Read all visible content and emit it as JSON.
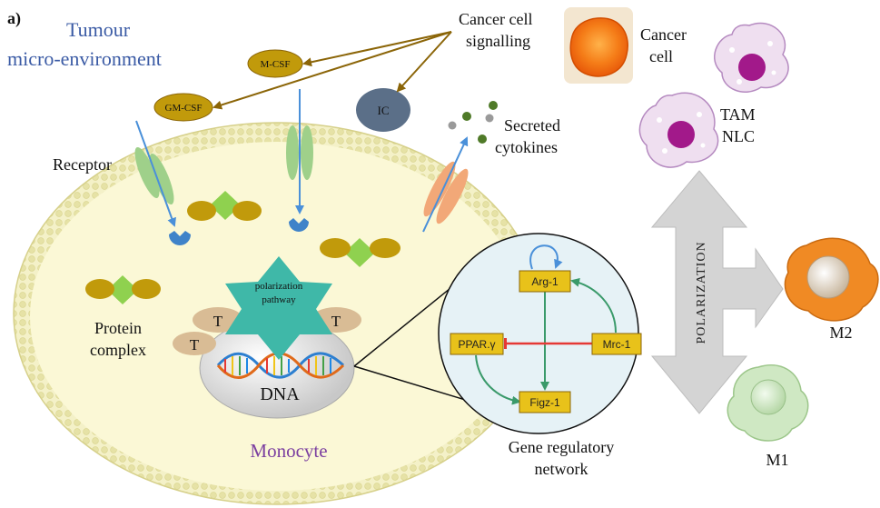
{
  "panel_label": "a)",
  "title_line1": "Tumour",
  "title_line2": "micro-environment",
  "signals": {
    "mcsf": "M-CSF",
    "gmcsf": "GM-CSF",
    "ic": "IC",
    "cancer_signalling_line1": "Cancer cell",
    "cancer_signalling_line2": "signalling",
    "secreted_line1": "Secreted",
    "secreted_line2": "cytokines"
  },
  "labels": {
    "receptor": "Receptor",
    "protein_line1": "Protein",
    "protein_line2": "complex",
    "polarization_line1": "polarization",
    "polarization_line2": "pathway",
    "t": "T",
    "dna": "DNA",
    "monocyte": "Monocyte",
    "gene_network_line1": "Gene regulatory",
    "gene_network_line2": "network"
  },
  "cells": {
    "cancer_line1": "Cancer",
    "cancer_line2": "cell",
    "tam_line1": "TAM",
    "tam_line2": "NLC",
    "m2": "M2",
    "m1": "M1"
  },
  "polarization_arrow": "POLARIZATION",
  "gene_nodes": {
    "arg1": "Arg-1",
    "ppar": "PPAR.γ",
    "mrc1": "Mrc-1",
    "figz1": "Figz-1"
  },
  "colors": {
    "title_blue": "#3b5ba5",
    "monocyte_purple": "#7b3fa0",
    "membrane": "#e9e9b8",
    "cytoplasm": "#fbf8d6",
    "protein_gold": "#c19a0b",
    "protein_green": "#8fd14f",
    "star_teal": "#3fb8a8",
    "arrow_brown": "#8b6508",
    "inhibit_red": "#e53935",
    "activate_green": "#3a9a6a",
    "gene_node": "#e8c21a"
  }
}
